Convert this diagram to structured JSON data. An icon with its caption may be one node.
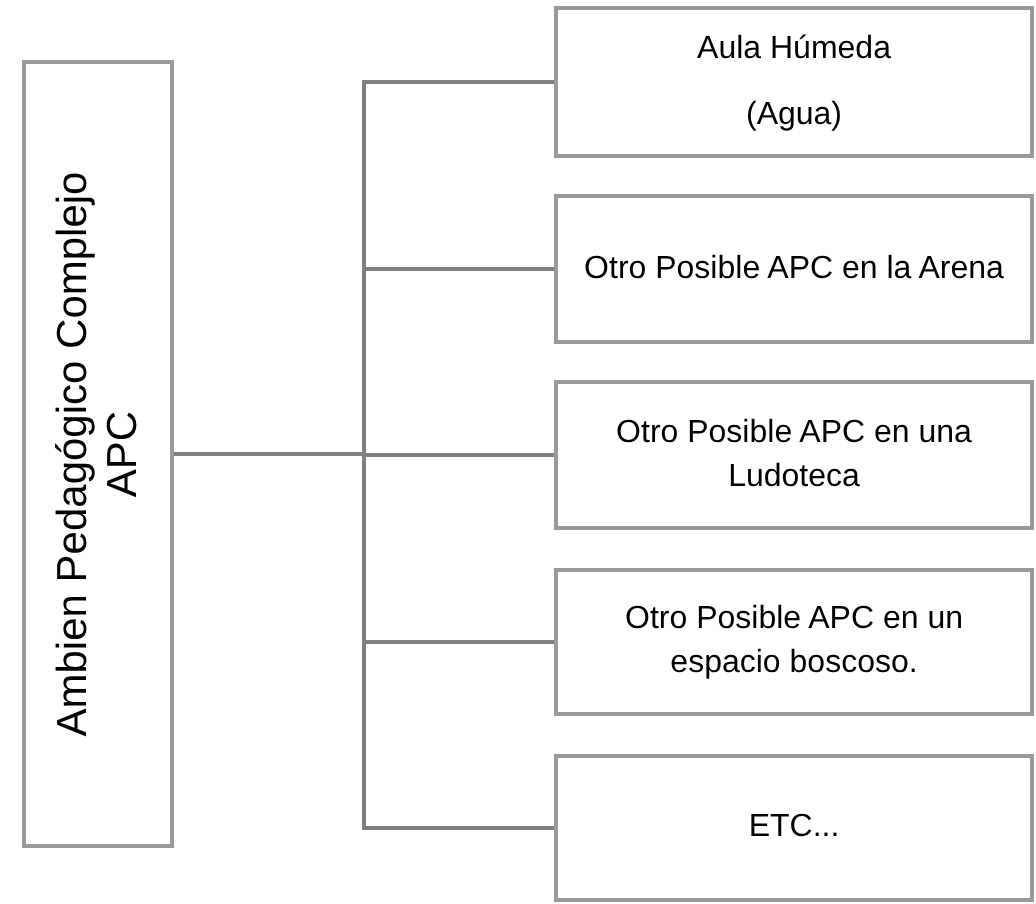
{
  "diagram": {
    "nodes": [
      {
        "text": [
          "Ambien Pedagógico Complejo APC"
        ]
      },
      {
        "text": [
          "Aula Húmeda (Agua)"
        ]
      },
      {
        "text": [
          "Otro Posible APC en la Arena"
        ]
      },
      {
        "text": [
          "Otro Posible APC en una Ludoteca"
        ]
      },
      {
        "text": [
          "Otro Posible APC en un espacio boscoso."
        ]
      },
      {
        "text": [
          "ETC..."
        ]
      }
    ],
    "edges": [
      {
        "from": 0,
        "to": 1,
        "arrow": "none"
      },
      {
        "from": 0,
        "to": 2,
        "arrow": "none"
      },
      {
        "from": 0,
        "to": 3,
        "arrow": "none"
      },
      {
        "from": 0,
        "to": 4,
        "arrow": "none"
      },
      {
        "from": 0,
        "to": 5,
        "arrow": "none"
      }
    ]
  }
}
